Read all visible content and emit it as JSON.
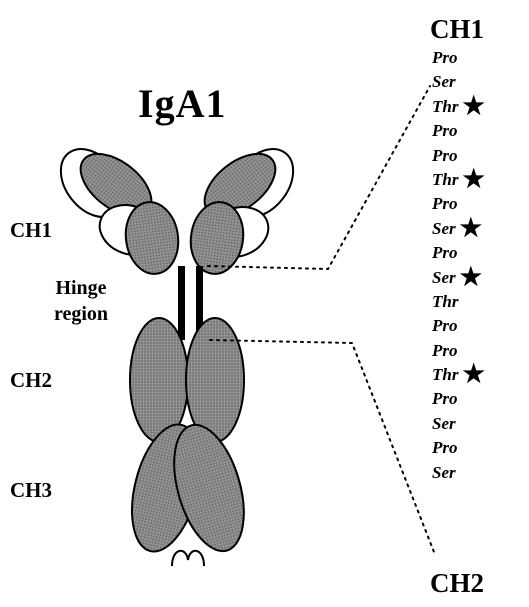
{
  "title": "IgA1",
  "labels": {
    "ch1": "CH1",
    "hinge_line1": "Hinge",
    "hinge_line2": "region",
    "ch2": "CH2",
    "ch3": "CH3"
  },
  "sequence": {
    "top_label": "CH1",
    "bottom_label": "CH2",
    "residues": [
      {
        "name": "Pro",
        "glycosylated": false
      },
      {
        "name": "Ser",
        "glycosylated": false
      },
      {
        "name": "Thr",
        "glycosylated": true
      },
      {
        "name": "Pro",
        "glycosylated": false
      },
      {
        "name": "Pro",
        "glycosylated": false
      },
      {
        "name": "Thr",
        "glycosylated": true
      },
      {
        "name": "Pro",
        "glycosylated": false
      },
      {
        "name": "Ser",
        "glycosylated": true
      },
      {
        "name": "Pro",
        "glycosylated": false
      },
      {
        "name": "Ser",
        "glycosylated": true
      },
      {
        "name": "Thr",
        "glycosylated": false
      },
      {
        "name": "Pro",
        "glycosylated": false
      },
      {
        "name": "Pro",
        "glycosylated": false
      },
      {
        "name": "Thr",
        "glycosylated": true
      },
      {
        "name": "Pro",
        "glycosylated": false
      },
      {
        "name": "Ser",
        "glycosylated": false
      },
      {
        "name": "Pro",
        "glycosylated": false
      },
      {
        "name": "Ser",
        "glycosylated": false
      }
    ],
    "marker_symbol": "★"
  },
  "colors": {
    "domain_fill": "#8a8a8a",
    "outline": "#000000",
    "light_chain_fill": "#ffffff"
  }
}
